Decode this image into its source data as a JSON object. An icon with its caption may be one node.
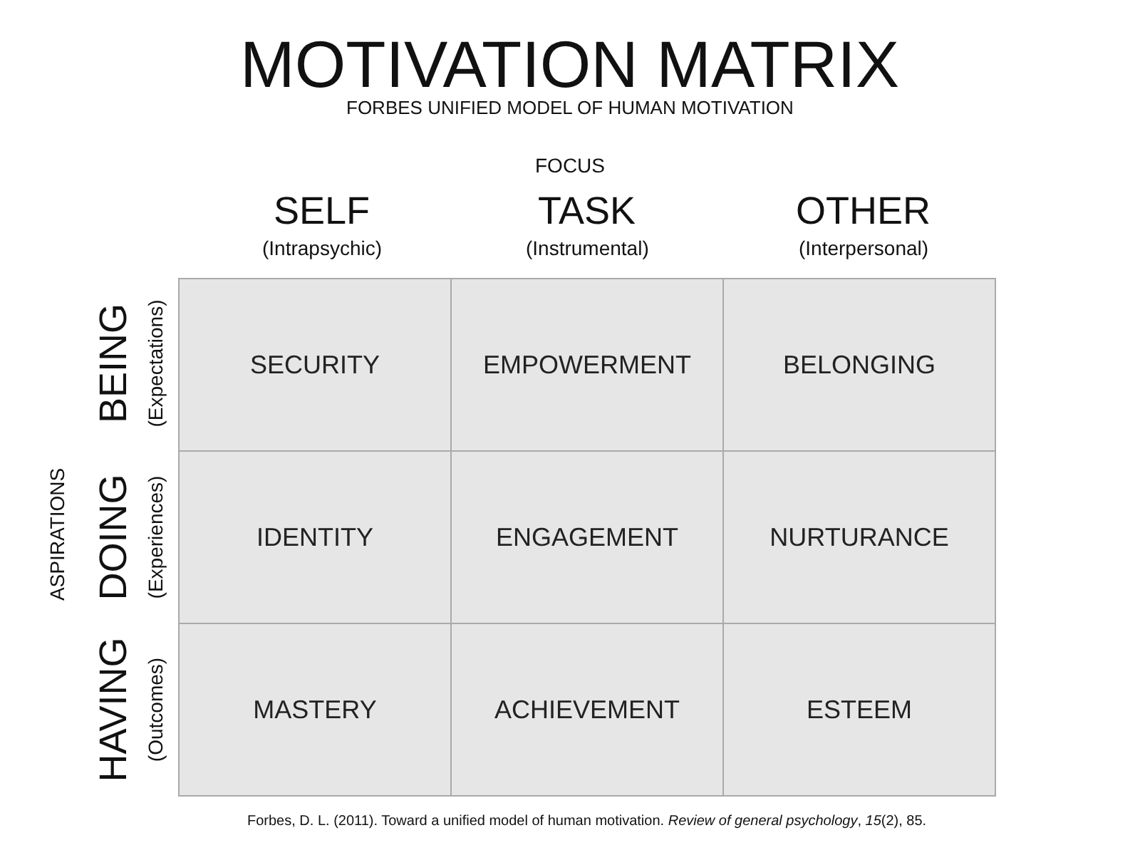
{
  "diagram": {
    "title": "MOTIVATION MATRIX",
    "caption": "Forbes, D. L. (2011). Toward a unified model of human motivation. *Review of general psychology*, *15*(2), 85.",
    "nodes": [
      {
        "text": [
          "SECURITY"
        ]
      },
      {
        "text": [
          "EMPOWERMENT"
        ]
      },
      {
        "text": [
          "BELONGING"
        ]
      },
      {
        "text": [
          "IDENTITY"
        ]
      },
      {
        "text": [
          "ENGAGEMENT"
        ]
      },
      {
        "text": [
          "NURTURANCE"
        ]
      },
      {
        "text": [
          "MASTERY"
        ]
      },
      {
        "text": [
          "ACHIEVEMENT"
        ]
      },
      {
        "text": [
          "ESTEEM"
        ]
      }
    ],
    "labels": [
      "FORBES UNIFIED MODEL OF HUMAN MOTIVATION",
      "FOCUS",
      "SELF",
      "(Intrapsychic)",
      "TASK",
      "(Instrumental)",
      "OTHER",
      "(Interpersonal)",
      "ASPIRATIONS",
      "BEING",
      "(Expectations)",
      "DOING",
      "(Experiences)",
      "HAVING",
      "(Outcomes)"
    ]
  }
}
